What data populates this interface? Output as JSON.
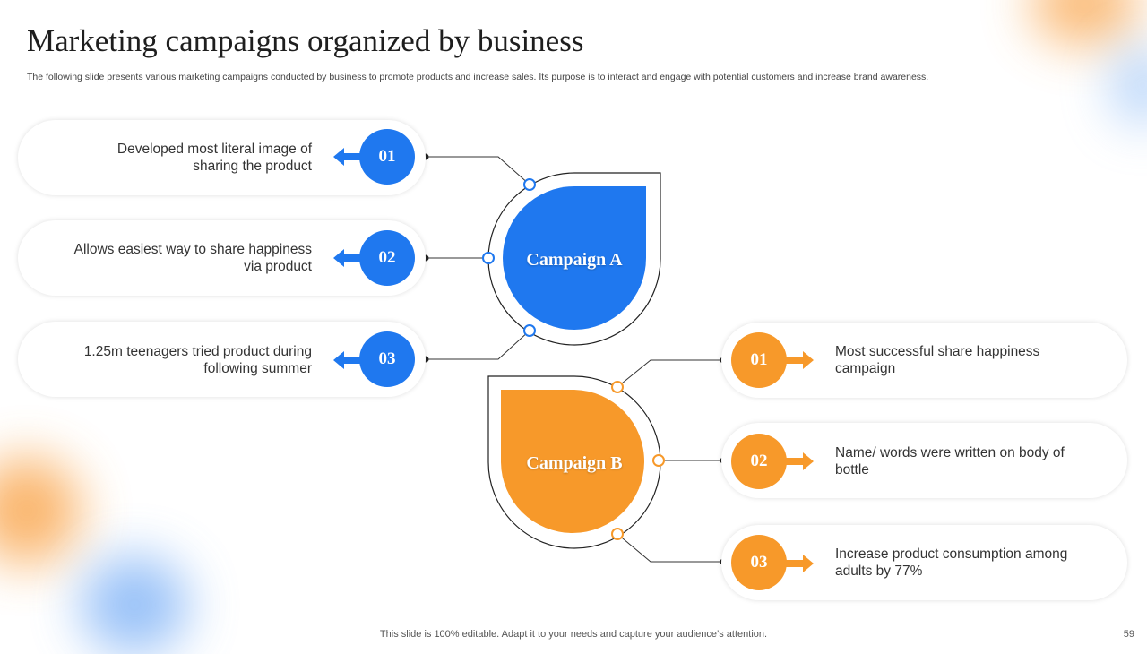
{
  "title": "Marketing campaigns organized by business",
  "subtitle": "The following slide presents various marketing campaigns conducted by business to promote products and increase sales. Its purpose is to interact and engage with potential customers and increase brand awareness.",
  "colors": {
    "blue": "#1f78ef",
    "orange": "#f7992a",
    "line": "#333333"
  },
  "campaign_a": {
    "label": "Campaign A",
    "items": [
      {
        "num": "01",
        "text": "Developed most literal image of sharing the product"
      },
      {
        "num": "02",
        "text": "Allows easiest way to share happiness via product"
      },
      {
        "num": "03",
        "text": "1.25m teenagers tried product during following summer"
      }
    ]
  },
  "campaign_b": {
    "label": "Campaign B",
    "items": [
      {
        "num": "01",
        "text": "Most successful share happiness campaign"
      },
      {
        "num": "02",
        "text": "Name/ words were written on body of bottle"
      },
      {
        "num": "03",
        "text": "Increase product consumption among adults by 77%"
      }
    ]
  },
  "footer": "This slide is 100% editable. Adapt it to your needs and capture your audience’s attention.",
  "page_number": "59"
}
